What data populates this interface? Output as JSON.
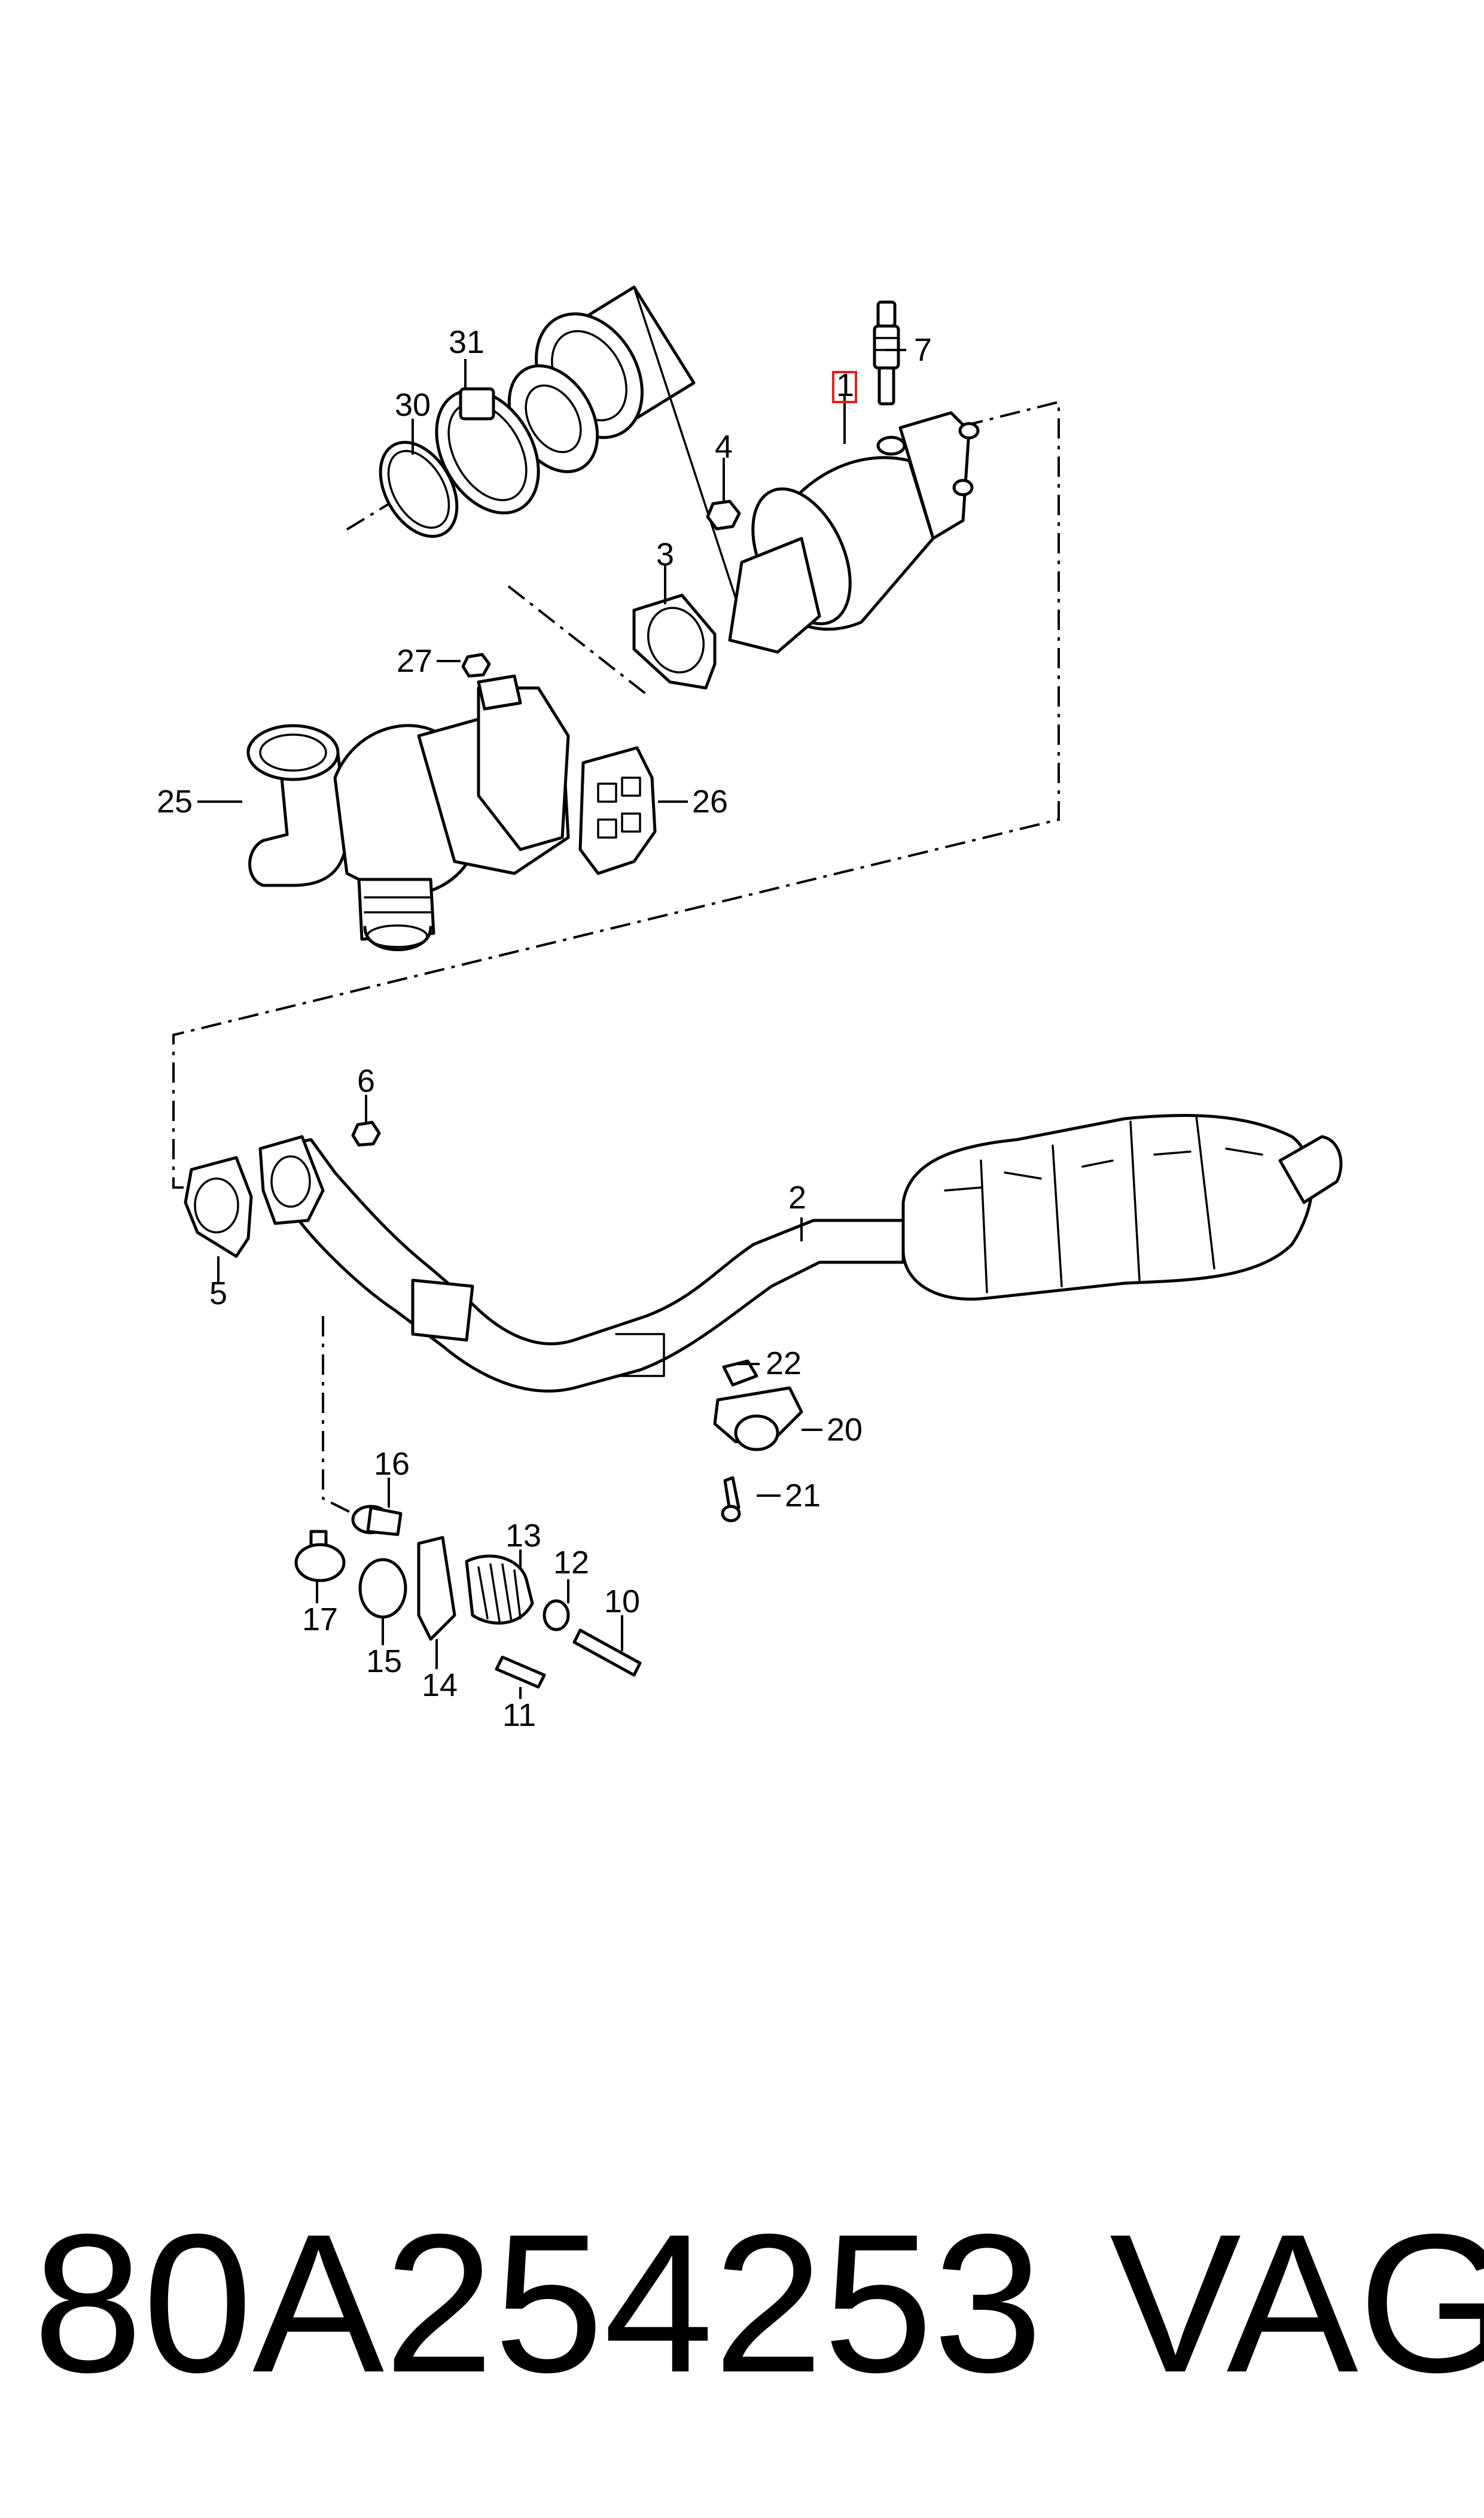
{
  "diagram": {
    "highlighted_callout": "1",
    "callouts": [
      "1",
      "2",
      "3",
      "4",
      "5",
      "6",
      "7",
      "10",
      "11",
      "12",
      "13",
      "14",
      "15",
      "16",
      "17",
      "20",
      "21",
      "22",
      "25",
      "26",
      "27",
      "30",
      "31"
    ],
    "line_color": "#000000",
    "highlight_color": "#e02020",
    "background": "#ffffff"
  },
  "caption": {
    "part_number": "80A254253",
    "brand": "VAG"
  }
}
